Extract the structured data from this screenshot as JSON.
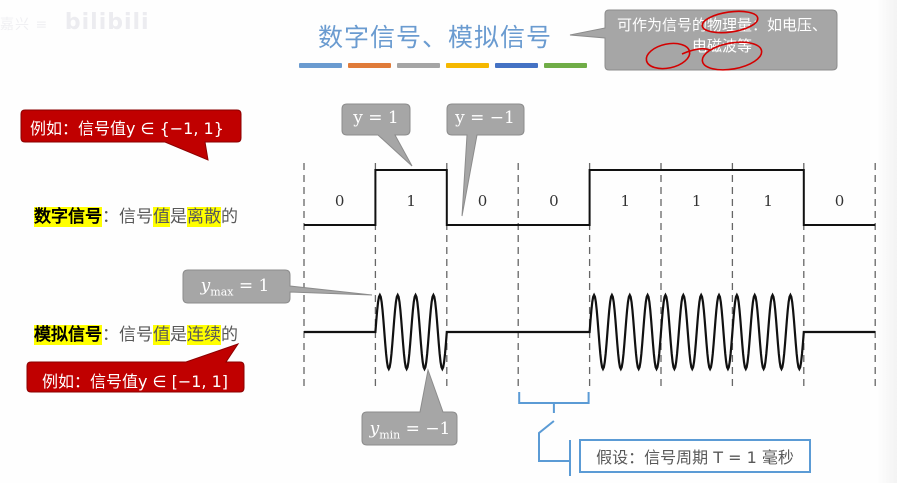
{
  "watermark": {
    "left_text": "嘉兴 ≡",
    "logo": "bilibili"
  },
  "title": "数字信号、模拟信号",
  "color_bars": [
    "#6a9bd0",
    "#e07b39",
    "#a5a5a5",
    "#f5b800",
    "#4472c4",
    "#70ad47"
  ],
  "callouts": {
    "physical": "可作为信号的物理量：如电压、电磁波等",
    "digital_example": "例如：信号值y ∈ {−1, 1}",
    "analog_example": "例如：信号值y ∈ [−1, 1]",
    "y_high": "y = 1",
    "y_low": "y = −1",
    "y_max": "y",
    "y_max_sub": "max",
    "y_max_rhs": " = 1",
    "y_min": "y",
    "y_min_sub": "min",
    "y_min_rhs": " = −1"
  },
  "digital_label": {
    "key": "数字信号",
    "sep": "：信号",
    "hl1": "值",
    "mid": "是",
    "hl2": "离散",
    "end": "的"
  },
  "analog_label": {
    "key": "模拟信号",
    "sep": "：信号",
    "hl1": "值",
    "mid": "是",
    "hl2": "连续",
    "end": "的"
  },
  "assumption": "假设：信号周期 T = 1 毫秒",
  "diagram": {
    "bits": [
      "0",
      "1",
      "0",
      "0",
      "1",
      "1",
      "1",
      "0"
    ],
    "analog_cycles_per_period": 4,
    "analog_amplitude": {
      "min": -1,
      "max": 1
    },
    "bracket_period_index": 3
  },
  "annotations": {
    "pen_color": "#d40000"
  }
}
